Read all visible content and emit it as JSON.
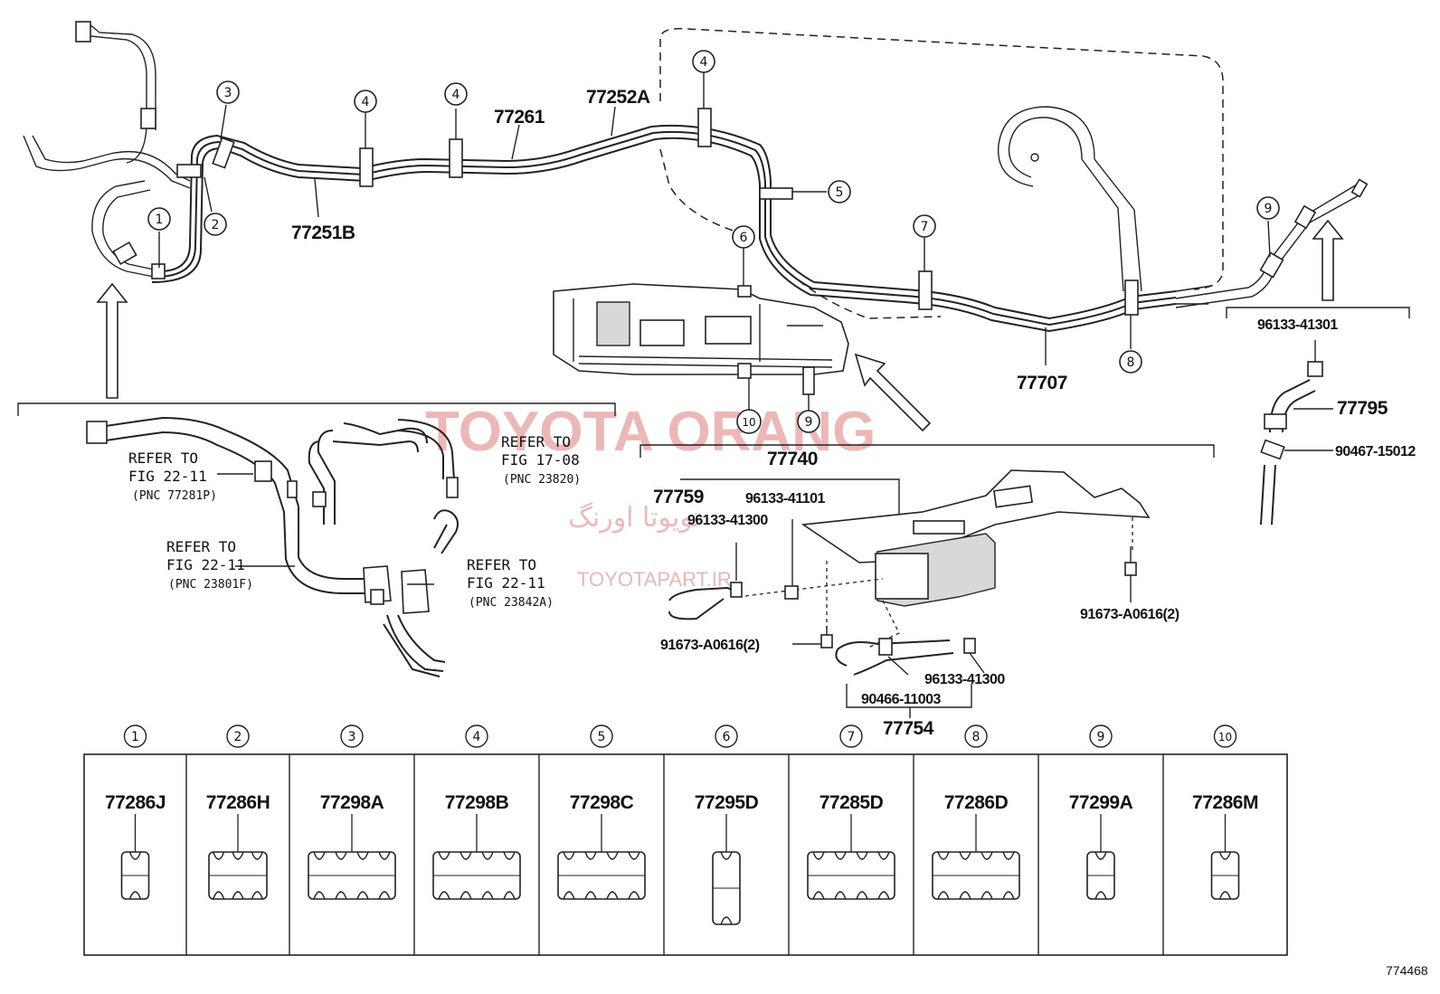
{
  "figure_number": "774468",
  "watermark": {
    "brand": "TOYOTA ORANG",
    "persian": "تویوتا اورنگ",
    "site": "TOYOTAPART.IR"
  },
  "part_labels": {
    "p77251B": "77251B",
    "p77261": "77261",
    "p77252A": "77252A",
    "p77707": "77707",
    "p77740": "77740",
    "p77759": "77759",
    "p96133_41101": "96133-41101",
    "p96133_41300_a": "96133-41300",
    "p96133_41300_b": "96133-41300",
    "p91673_A0616_left": "91673-A0616(2)",
    "p91673_A0616_right": "91673-A0616(2)",
    "p90466_11003": "90466-11003",
    "p77754": "77754",
    "p96133_41301": "96133-41301",
    "p77795": "77795",
    "p90467_15012": "90467-15012"
  },
  "references": {
    "ref1_line1": "REFER TO",
    "ref1_line2": "FIG 22-11",
    "ref1_line3": "(PNC 77281P)",
    "ref2_line1": "REFER TO",
    "ref2_line2": "FIG 22-11",
    "ref2_line3": "(PNC 23801F)",
    "ref3_line1": "REFER TO",
    "ref3_line2": "FIG 17-08",
    "ref3_line3": "(PNC 23820)",
    "ref4_line1": "REFER TO",
    "ref4_line2": "FIG 22-11",
    "ref4_line3": "(PNC 23842A)"
  },
  "callouts": {
    "c1": "1",
    "c2": "2",
    "c3": "3",
    "c4a": "4",
    "c4b": "4",
    "c4c": "4",
    "c5": "5",
    "c6": "6",
    "c7": "7",
    "c8": "8",
    "c9a": "9",
    "c9b": "9",
    "c10": "10"
  },
  "clamp_table": {
    "columns": [
      {
        "index": "1",
        "part": "77286J",
        "icon": "clamp-single-icon"
      },
      {
        "index": "2",
        "part": "77286H",
        "icon": "clamp-triple-icon"
      },
      {
        "index": "3",
        "part": "77298A",
        "icon": "clamp-block-a-icon"
      },
      {
        "index": "4",
        "part": "77298B",
        "icon": "clamp-block-b-icon"
      },
      {
        "index": "5",
        "part": "77298C",
        "icon": "clamp-block-c-icon"
      },
      {
        "index": "6",
        "part": "77295D",
        "icon": "clamp-vertical-icon"
      },
      {
        "index": "7",
        "part": "77285D",
        "icon": "clamp-multi-d-icon"
      },
      {
        "index": "8",
        "part": "77286D",
        "icon": "clamp-stack-icon"
      },
      {
        "index": "9",
        "part": "77299A",
        "icon": "clamp-small-icon"
      },
      {
        "index": "10",
        "part": "77286M",
        "icon": "clamp-clip-icon"
      }
    ]
  }
}
